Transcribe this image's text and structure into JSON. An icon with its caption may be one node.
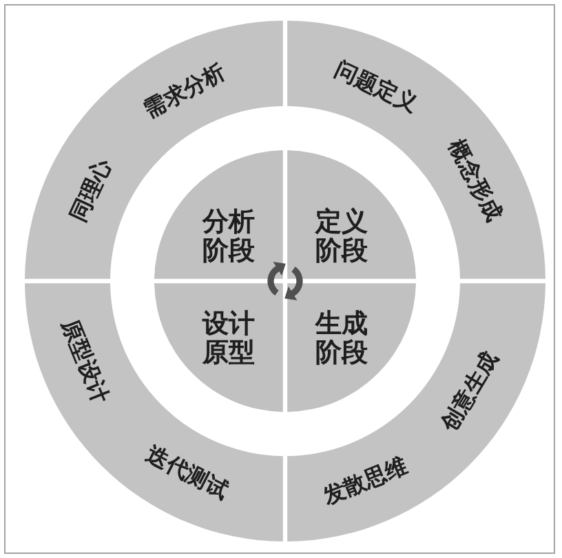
{
  "diagram": {
    "nodes": [
      {
        "text": [
          "需求分析",
          "同理心"
        ]
      },
      {
        "text": [
          "问题定义",
          "概念形成"
        ]
      },
      {
        "text": [
          "原型设计",
          "迭代测试"
        ]
      },
      {
        "text": [
          "创意生成",
          "发散思维"
        ]
      },
      {
        "text": [
          "分析阶段"
        ]
      },
      {
        "text": [
          "定义阶段"
        ]
      },
      {
        "text": [
          "设计原型"
        ]
      },
      {
        "text": [
          "生成阶段"
        ]
      }
    ]
  }
}
